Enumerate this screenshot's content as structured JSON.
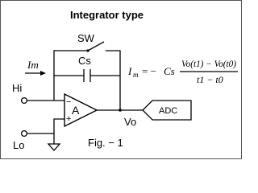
{
  "title": "Integrator type",
  "labels": {
    "switch": "SW",
    "capacitor": "Cs",
    "current": "Im",
    "hi": "Hi",
    "lo": "Lo",
    "amp": "A",
    "amp_minus": "−",
    "amp_plus": "+",
    "vo": "Vo",
    "adc": "ADC",
    "figure": "Fig. − 1"
  },
  "formula": {
    "lhs_main": "I",
    "lhs_sub": "m",
    "equals": "= −",
    "coefficient": "Cs",
    "numerator": "Vo(t1) − Vo(t0)",
    "denominator": "t1 − t0"
  }
}
